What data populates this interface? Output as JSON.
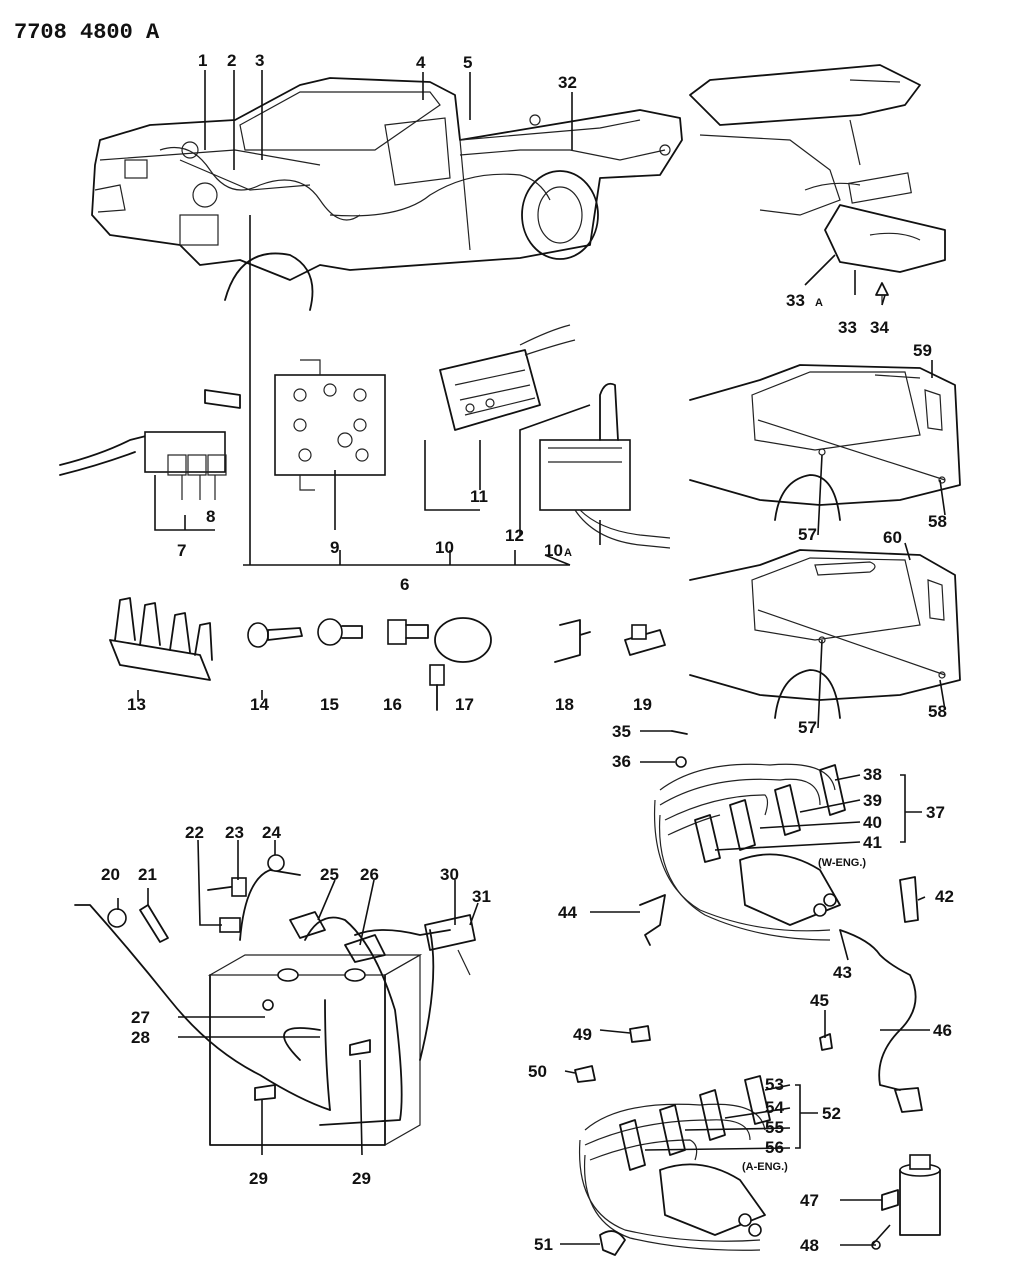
{
  "header": {
    "code": "7708 4800 A"
  },
  "callouts": {
    "n1": "1",
    "n2": "2",
    "n3": "3",
    "n4": "4",
    "n5": "5",
    "n6": "6",
    "n7": "7",
    "n8": "8",
    "n9": "9",
    "n10": "10",
    "n10a": "10",
    "n11": "11",
    "n12": "12",
    "n13": "13",
    "n14": "14",
    "n15": "15",
    "n16": "16",
    "n17": "17",
    "n18": "18",
    "n19": "19",
    "n20": "20",
    "n21": "21",
    "n22": "22",
    "n23": "23",
    "n24": "24",
    "n25": "25",
    "n26": "26",
    "n27": "27",
    "n28": "28",
    "n29a": "29",
    "n29b": "29",
    "n30": "30",
    "n31": "31",
    "n32": "32",
    "n33": "33",
    "n33a": "33",
    "n34": "34",
    "n35": "35",
    "n36": "36",
    "n37": "37",
    "n38": "38",
    "n39": "39",
    "n40": "40",
    "n41": "41",
    "n42": "42",
    "n43": "43",
    "n44": "44",
    "n45": "45",
    "n46": "46",
    "n47": "47",
    "n48": "48",
    "n49": "49",
    "n50": "50",
    "n51": "51",
    "n52": "52",
    "n53": "53",
    "n54": "54",
    "n55": "55",
    "n56": "56",
    "n57a": "57",
    "n57b": "57",
    "n58a": "58",
    "n58b": "58",
    "n59": "59",
    "n60": "60"
  },
  "suffixes": {
    "a": "A"
  },
  "notes": {
    "w_eng": "(W-ENG.)",
    "a_eng": "(A-ENG.)"
  }
}
